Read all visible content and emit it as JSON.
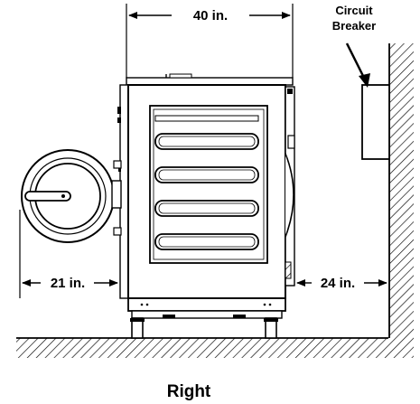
{
  "diagram": {
    "dimensions": {
      "width": "40 in.",
      "front_clearance": "21 in.",
      "rear_clearance": "24 in."
    },
    "circuit_breaker": {
      "line1": "Circuit",
      "line2": "Breaker"
    },
    "view_caption": "Right"
  }
}
